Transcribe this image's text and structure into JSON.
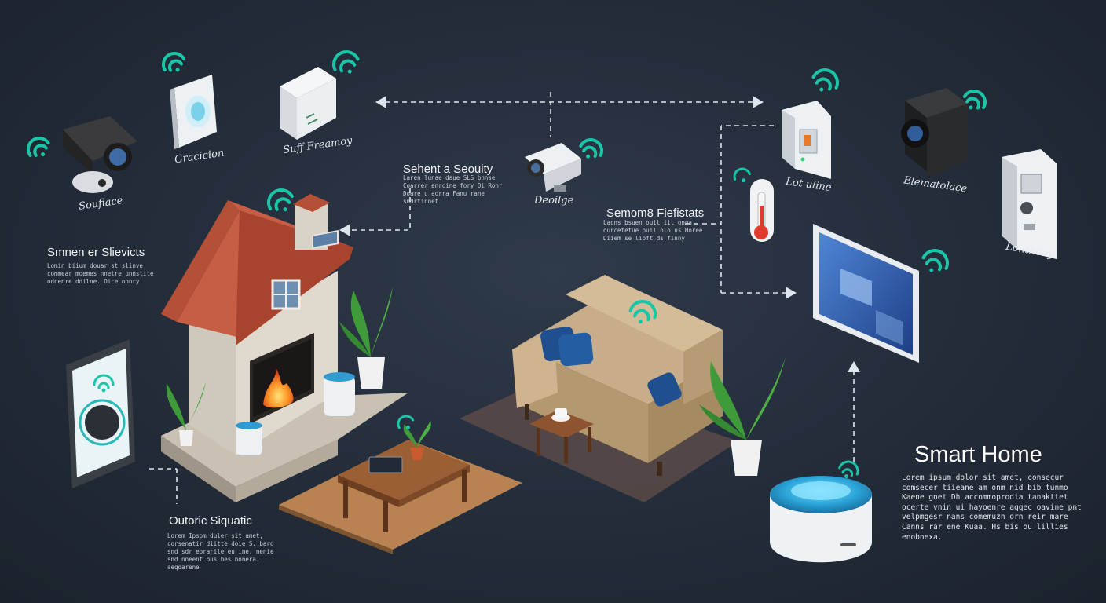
{
  "labels": {
    "camera_left": "Soufiace",
    "sensor_round": "Gracicion",
    "router": "Suff Freamoy",
    "camera_center": "Deoilge",
    "switch_right": "Lot uline",
    "cam_right": "Elematolace",
    "panel_right": "Lonthony"
  },
  "sections": {
    "services": {
      "title": "Smnen er Slievicts",
      "body": "Lomin biium douar st slinve\ncommear moemes nnetre unnstite\nodnenre ddilne. Oice onnry"
    },
    "security": {
      "title": "Sehent a Seouity",
      "body": "Laren lunae daue SLS bnnse\nCoarrer enrcine fory Di Rohr\nDoare u aorra Fanu rane\nsndrtinnet"
    },
    "thermostats": {
      "title": "Semom8 Fiefistats",
      "body": "Lacns bsuen ouit iit onua\nourcetetue ouil olo us Horee\nDiiem se lioft ds finny"
    },
    "outdoor": {
      "title": "Outoric Siquatic",
      "body": "Lorem Ipsom duler sit amet,\ncorsenatir diitte doie S. bard\nsnd sdr eorarile eu ine, nenie\nsnd nneent bus bes nonera.\naeqoarene"
    },
    "smart_home": {
      "title": "Smart Home",
      "body": "Lorem ipsum dolor sit amet, consecur\ncomsecer tiieane am onm nid bib tunmo\nKaene gnet Dh accommoprodia tanakttet\nocerte vnin ui hayoenre aqqec oavine pnt\nvelpmgesr nans comemuzn orn reir mare\nCanns rar ene Kuaa. Hs bis ou lillies\nenobnexa."
    }
  }
}
